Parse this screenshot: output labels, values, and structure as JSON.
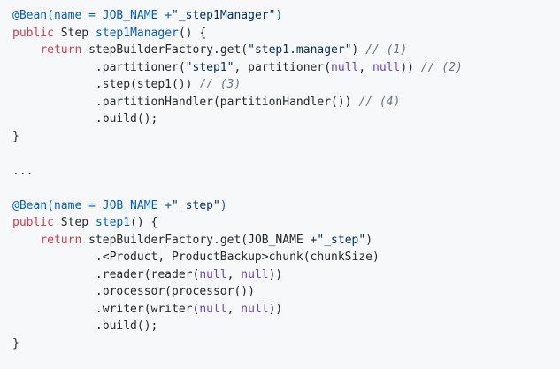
{
  "colors": {
    "background": "#f6f8fa",
    "text": "#24292e",
    "annotation": "#005cc5",
    "keyword": "#d73a49",
    "function": "#005cc5",
    "string": "#032f62",
    "null": "#6f42c1",
    "comment": "#6a737d"
  },
  "code": {
    "lines": [
      [
        {
          "t": "@Bean",
          "c": "annotation"
        },
        {
          "t": "(name = JOB_NAME +",
          "c": "annotation"
        },
        {
          "t": "\"_step1Manager\"",
          "c": "string"
        },
        {
          "t": ")",
          "c": "annotation"
        }
      ],
      [
        {
          "t": "public",
          "c": "keyword"
        },
        {
          "t": " Step ",
          "c": "plain"
        },
        {
          "t": "step1Manager",
          "c": "function"
        },
        {
          "t": "() {",
          "c": "plain"
        }
      ],
      [
        {
          "t": "    ",
          "c": "plain"
        },
        {
          "t": "return",
          "c": "keyword"
        },
        {
          "t": " stepBuilderFactory.get(",
          "c": "plain"
        },
        {
          "t": "\"step1.manager\"",
          "c": "string"
        },
        {
          "t": ") ",
          "c": "plain"
        },
        {
          "t": "// (1)",
          "c": "comment"
        }
      ],
      [
        {
          "t": "            .partitioner(",
          "c": "plain"
        },
        {
          "t": "\"step1\"",
          "c": "string"
        },
        {
          "t": ", partitioner(",
          "c": "plain"
        },
        {
          "t": "null",
          "c": "null"
        },
        {
          "t": ", ",
          "c": "plain"
        },
        {
          "t": "null",
          "c": "null"
        },
        {
          "t": ")) ",
          "c": "plain"
        },
        {
          "t": "// (2)",
          "c": "comment"
        }
      ],
      [
        {
          "t": "            .step(step1()) ",
          "c": "plain"
        },
        {
          "t": "// (3)",
          "c": "comment"
        }
      ],
      [
        {
          "t": "            .partitionHandler(partitionHandler()) ",
          "c": "plain"
        },
        {
          "t": "// (4)",
          "c": "comment"
        }
      ],
      [
        {
          "t": "            .build();",
          "c": "plain"
        }
      ],
      [
        {
          "t": "}",
          "c": "plain"
        }
      ],
      [],
      [
        {
          "t": "...",
          "c": "plain"
        }
      ],
      [],
      [
        {
          "t": "@Bean",
          "c": "annotation"
        },
        {
          "t": "(name = JOB_NAME +",
          "c": "annotation"
        },
        {
          "t": "\"_step\"",
          "c": "string"
        },
        {
          "t": ")",
          "c": "annotation"
        }
      ],
      [
        {
          "t": "public",
          "c": "keyword"
        },
        {
          "t": " Step ",
          "c": "plain"
        },
        {
          "t": "step1",
          "c": "function"
        },
        {
          "t": "() {",
          "c": "plain"
        }
      ],
      [
        {
          "t": "    ",
          "c": "plain"
        },
        {
          "t": "return",
          "c": "keyword"
        },
        {
          "t": " stepBuilderFactory.get(JOB_NAME +",
          "c": "plain"
        },
        {
          "t": "\"_step\"",
          "c": "string"
        },
        {
          "t": ")",
          "c": "plain"
        }
      ],
      [
        {
          "t": "            .<Product, ProductBackup>chunk(chunkSize)",
          "c": "plain"
        }
      ],
      [
        {
          "t": "            .reader(reader(",
          "c": "plain"
        },
        {
          "t": "null",
          "c": "null"
        },
        {
          "t": ", ",
          "c": "plain"
        },
        {
          "t": "null",
          "c": "null"
        },
        {
          "t": "))",
          "c": "plain"
        }
      ],
      [
        {
          "t": "            .processor(processor())",
          "c": "plain"
        }
      ],
      [
        {
          "t": "            .writer(writer(",
          "c": "plain"
        },
        {
          "t": "null",
          "c": "null"
        },
        {
          "t": ", ",
          "c": "plain"
        },
        {
          "t": "null",
          "c": "null"
        },
        {
          "t": "))",
          "c": "plain"
        }
      ],
      [
        {
          "t": "            .build();",
          "c": "plain"
        }
      ],
      [
        {
          "t": "}",
          "c": "plain"
        }
      ]
    ]
  }
}
